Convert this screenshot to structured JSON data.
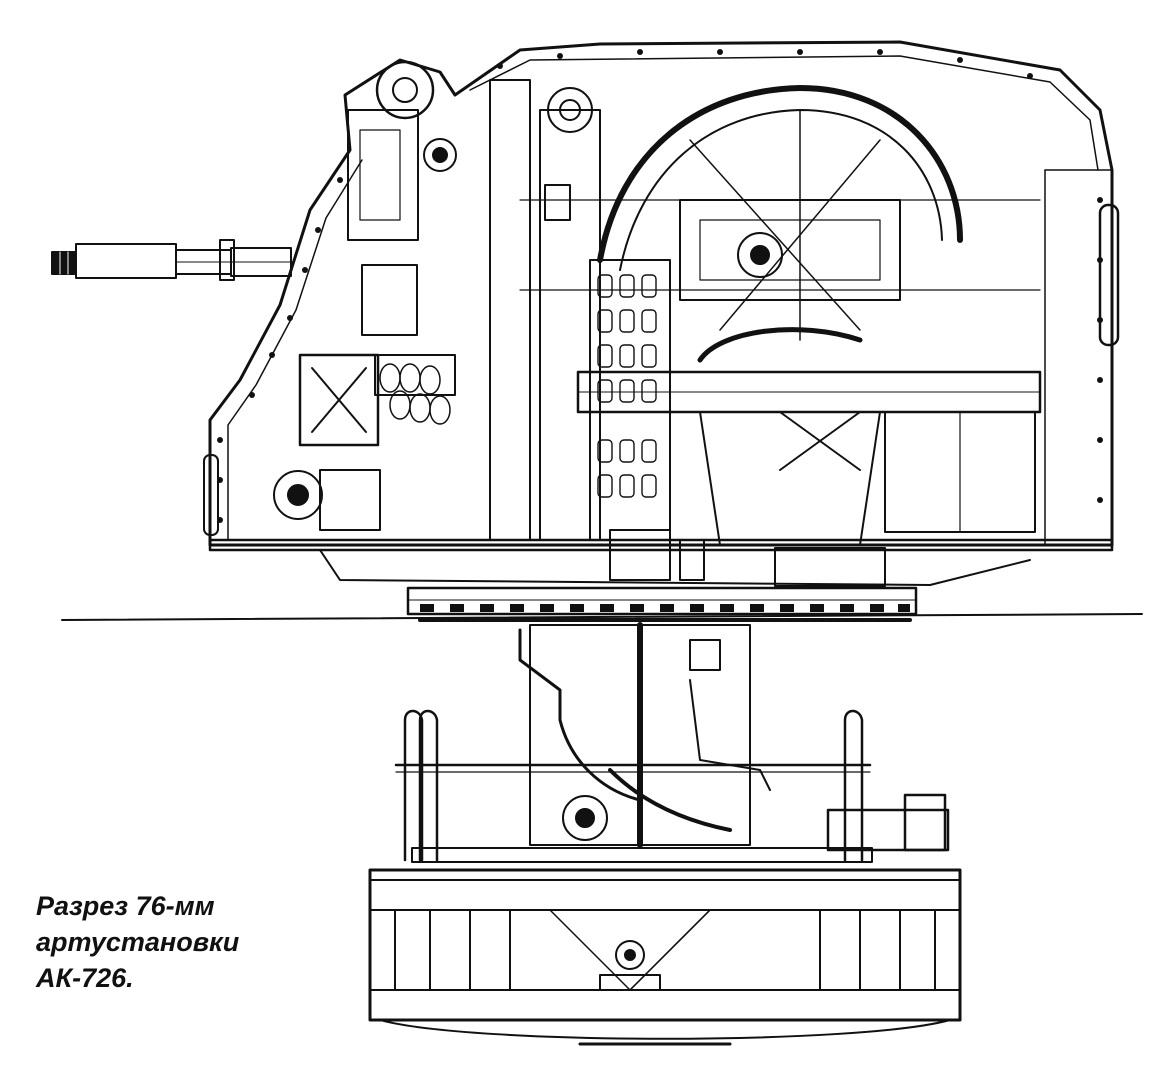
{
  "caption": {
    "line1": "Разрез 76-мм",
    "line2": "артустановки",
    "line3": "АК-726."
  },
  "colors": {
    "ink": "#111111",
    "paper": "#ffffff"
  }
}
